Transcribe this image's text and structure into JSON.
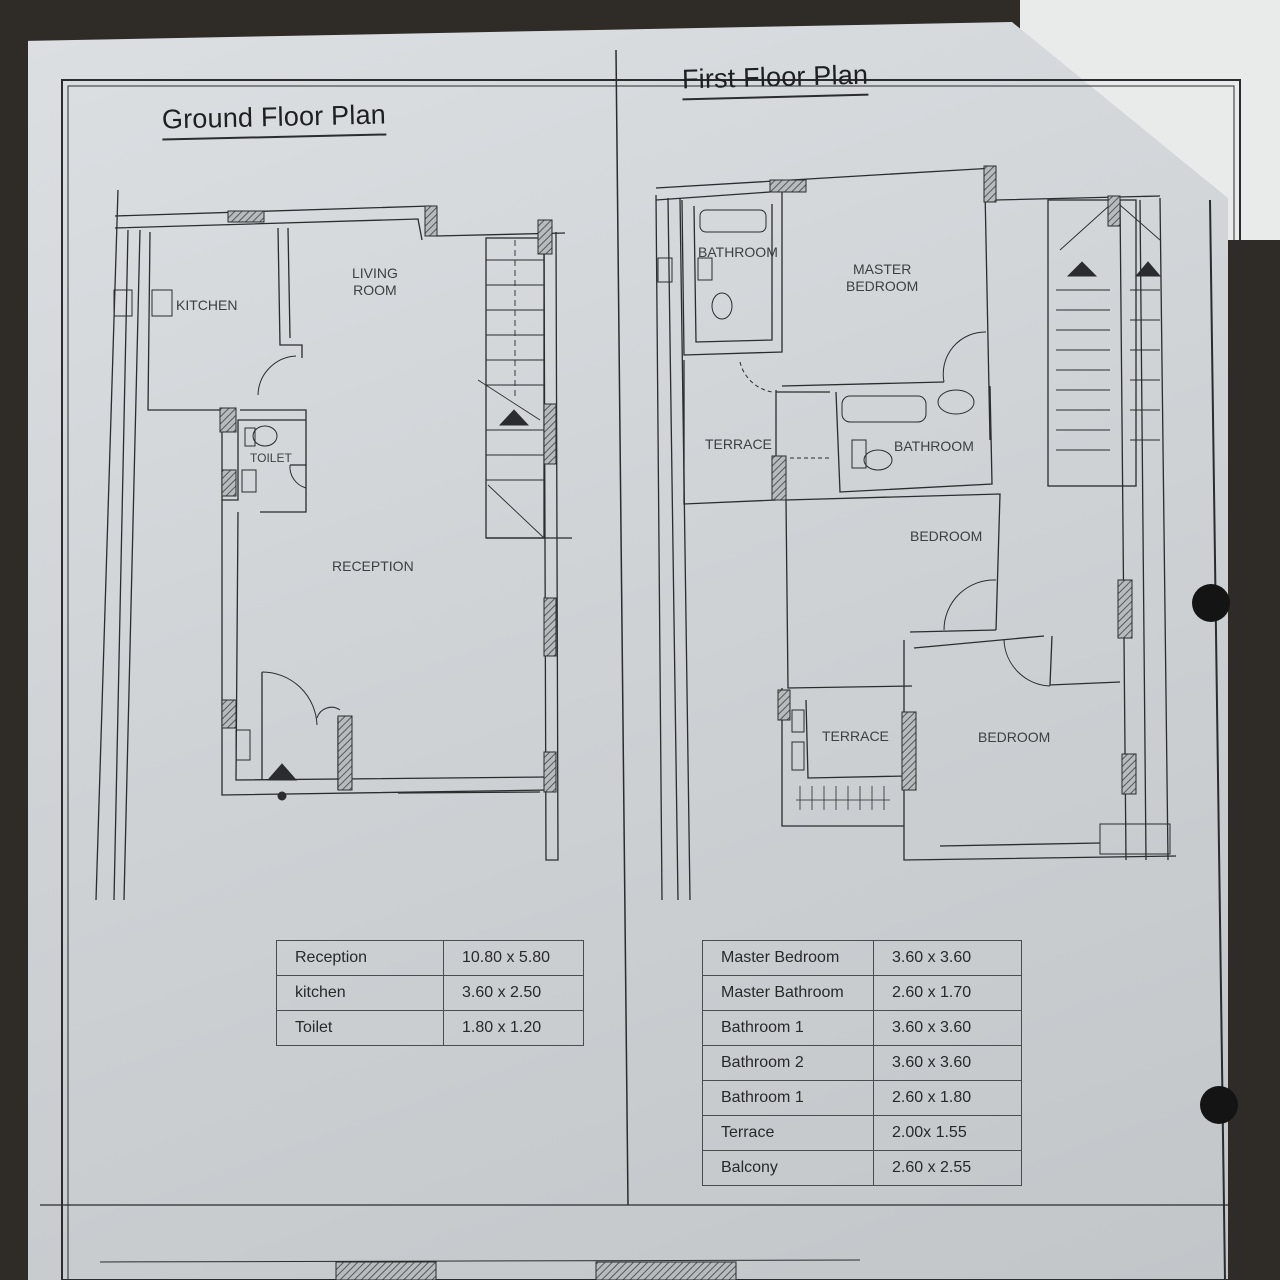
{
  "ground_floor": {
    "title": "Ground Floor Plan",
    "rooms": {
      "living_room": "LIVING\nROOM",
      "kitchen": "KITCHEN",
      "toilet": "TOILET",
      "reception": "RECEPTION"
    },
    "schedule": [
      {
        "room": "Reception",
        "size": "10.80 x 5.80"
      },
      {
        "room": "kitchen",
        "size": "3.60 x 2.50"
      },
      {
        "room": "Toilet",
        "size": "1.80 x 1.20"
      }
    ]
  },
  "first_floor": {
    "title": "First Floor Plan",
    "rooms": {
      "bathroom_top": "BATHROOM",
      "master_bedroom": "MASTER\nBEDROOM",
      "terrace_top": "TERRACE",
      "bathroom_mid": "BATHROOM",
      "bedroom_mid": "BEDROOM",
      "terrace_bottom": "TERRACE",
      "bedroom_bottom": "BEDROOM"
    },
    "schedule": [
      {
        "room": "Master Bedroom",
        "size": "3.60 x 3.60"
      },
      {
        "room": "Master Bathroom",
        "size": "2.60 x 1.70"
      },
      {
        "room": "Bathroom 1",
        "size": "3.60 x 3.60"
      },
      {
        "room": "Bathroom 2",
        "size": "3.60 x 3.60"
      },
      {
        "room": "Bathroom 1",
        "size": "2.60 x 1.80"
      },
      {
        "room": "Terrace",
        "size": "2.00x 1.55"
      },
      {
        "room": "Balcony",
        "size": "2.60 x 2.55"
      }
    ]
  },
  "colors": {
    "paper": "#d4d8db",
    "ink": "#2a2c2f",
    "hatch": "#55585b",
    "background": "#2f2b27"
  }
}
